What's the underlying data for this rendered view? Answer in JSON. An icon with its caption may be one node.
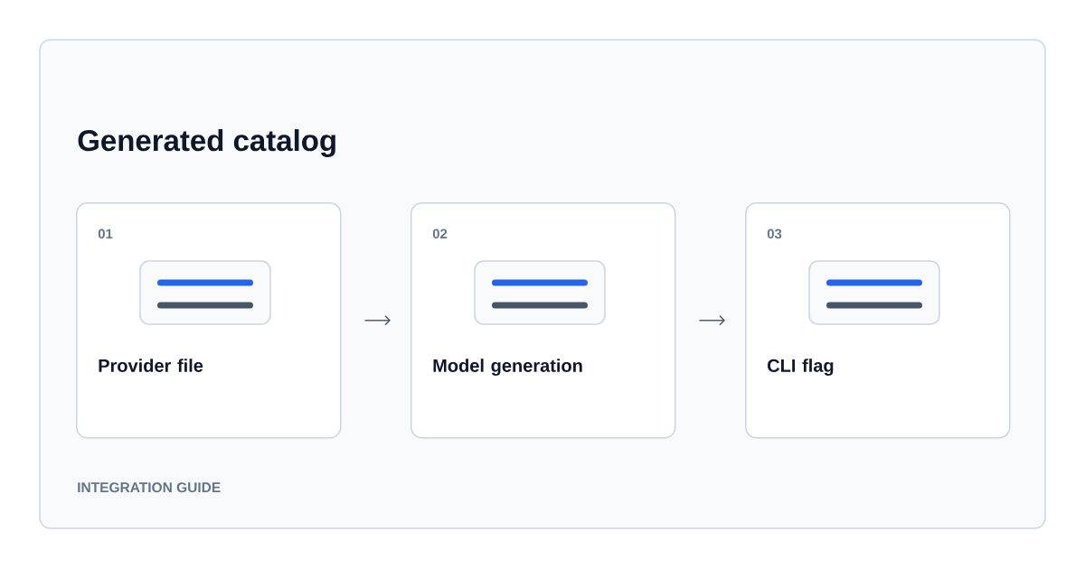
{
  "diagram": {
    "title": "Generated catalog",
    "nodes": [
      {
        "text": [
          "01",
          "Provider file"
        ]
      },
      {
        "text": [
          "02",
          "Model generation"
        ]
      },
      {
        "text": [
          "03",
          "CLI flag"
        ]
      }
    ],
    "edges": [
      {
        "from": 0,
        "to": 1,
        "arrow": "to"
      },
      {
        "from": 1,
        "to": 2,
        "arrow": "to"
      }
    ],
    "labels": [
      "INTEGRATION GUIDE"
    ]
  }
}
